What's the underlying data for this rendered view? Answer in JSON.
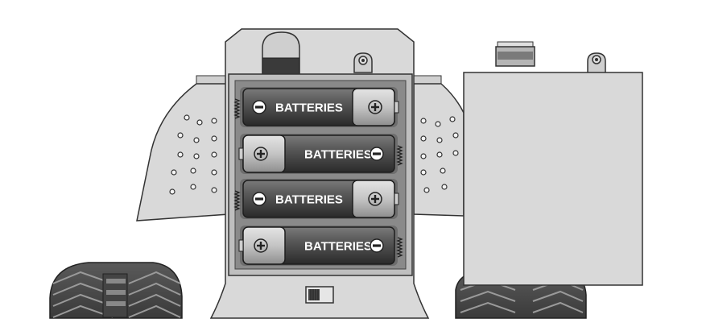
{
  "diagram": {
    "battery_label": "BATTERIES",
    "battery_orientations": [
      "minus-left",
      "plus-left",
      "minus-left",
      "plus-left"
    ],
    "colors": {
      "outline": "#333333",
      "panel": "#d9d9d9",
      "panel_light": "#e6e6e6",
      "bay": "#8a8a8a",
      "battery_dark": "#3c3c3c",
      "battery_cap": "#bdbdbd",
      "tread": "#4a4a4a"
    }
  }
}
